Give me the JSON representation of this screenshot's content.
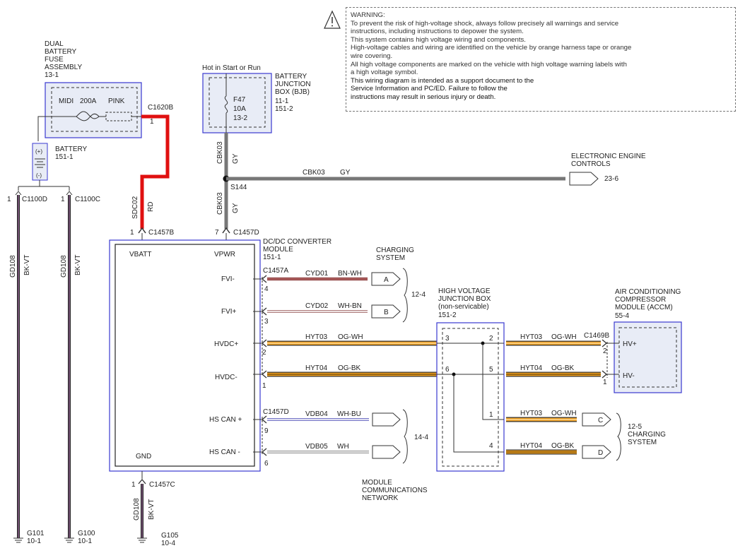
{
  "warning": {
    "title": "WARNING:",
    "lines": [
      "To prevent the risk of high-voltage shock, always follow precisely all warnings and service",
      "instructions, including instructions to depower the system.",
      "This system contains high voltage wiring and components.",
      "High-voltage cables and wiring are identified on the vehicle by orange harness tape or orange",
      "wire covering.",
      "All high voltage components are marked on the vehicle with high voltage warning labels with",
      "a high voltage symbol."
    ],
    "support_lines": [
      "This wiring diagram is intended as a support document to the",
      "Service Information and PC/ED. Failure to follow the",
      "instructions may result in serious injury or death."
    ]
  },
  "fuse_assembly": {
    "label": [
      "DUAL",
      "BATTERY",
      "FUSE",
      "ASSEMBLY"
    ],
    "ref": "13-1",
    "fuse_name": "MIDI",
    "fuse_rating": "200A",
    "fuse_color": "PINK",
    "connector": "C1620B",
    "pin": "1"
  },
  "battery": {
    "label": "BATTERY",
    "ref": "151-1",
    "plus": "(+)",
    "minus": "(-)"
  },
  "bjb": {
    "hot_label": "Hot in Start or Run",
    "label": [
      "BATTERY",
      "JUNCTION",
      "BOX (BJB)"
    ],
    "refs": [
      "11-1",
      "151-2"
    ],
    "fuse": "F47",
    "rating": "10A",
    "ref": "13-2"
  },
  "ground_left": [
    {
      "pin": "1",
      "connector": "C1100D",
      "circuit": "GD108",
      "color": "BK-VT",
      "ground": "G101",
      "ref": "10-1"
    },
    {
      "pin": "1",
      "connector": "C1100C",
      "circuit": "GD108",
      "color": "BK-VT",
      "ground": "G100",
      "ref": "10-1"
    }
  ],
  "sdc02": {
    "circuit": "SDC02",
    "color": "RD",
    "pin": "1",
    "connector": "C1457B"
  },
  "cbk03_upper": {
    "circuit": "CBK03",
    "color": "GY"
  },
  "cbk03_lower": {
    "circuit": "CBK03",
    "color": "GY",
    "pin": "7",
    "connector": "C1457D"
  },
  "splice": "S144",
  "cbk03_horizontal": {
    "circuit": "CBK03",
    "color": "GY"
  },
  "eec": {
    "label": [
      "ELECTRONIC ENGINE",
      "CONTROLS"
    ],
    "ref": "23-6"
  },
  "dcdc": {
    "label": [
      "DC/DC CONVERTER",
      "MODULE"
    ],
    "ref": "151-1",
    "pins": {
      "vbatt": "VBATT",
      "vpwr": "VPWR",
      "fvi_minus": "FVI-",
      "fvi_plus": "FVI+",
      "hvdc_plus": "HVDC+",
      "hvdc_minus": "HVDC-",
      "can_plus": "HS CAN +",
      "can_minus": "HS CAN -",
      "gnd": "GND"
    },
    "connector_a": "C1457A",
    "connector_d": "C1457D",
    "pin_numbers": {
      "fvi_minus": "4",
      "fvi_plus": "3",
      "hvdc_plus": "2",
      "hvdc_minus": "1",
      "can_plus": "9",
      "can_minus": "6"
    }
  },
  "wires": {
    "cyd01": {
      "circuit": "CYD01",
      "color": "BN-WH"
    },
    "cyd02": {
      "circuit": "CYD02",
      "color": "WH-BN"
    },
    "hyt03": {
      "circuit": "HYT03",
      "color": "OG-WH"
    },
    "hyt04": {
      "circuit": "HYT04",
      "color": "OG-BK"
    },
    "vdb04": {
      "circuit": "VDB04",
      "color": "WH-BU"
    },
    "vdb05": {
      "circuit": "VDB05",
      "color": "WH"
    }
  },
  "charging_top": {
    "label": [
      "CHARGING",
      "SYSTEM"
    ],
    "ref": "12-4",
    "a": "A",
    "b": "B"
  },
  "hvjb": {
    "label": [
      "HIGH VOLTAGE",
      "JUNCTION BOX",
      "(non-servicable)"
    ],
    "ref": "151-2",
    "pins": {
      "p3": "3",
      "p2": "2",
      "p6": "6",
      "p5": "5",
      "p1": "1",
      "p4": "4"
    }
  },
  "accm": {
    "label": [
      "AIR CONDITIONING",
      "COMPRESSOR",
      "MODULE (ACCM)"
    ],
    "ref": "55-4",
    "connector": "C1469B",
    "hv_plus": "HV+",
    "hv_minus": "HV-",
    "pin_plus": "2",
    "pin_minus": "1"
  },
  "charging_bottom": {
    "label": [
      "CHARGING",
      "SYSTEM"
    ],
    "ref": "12-5",
    "c": "C",
    "d": "D"
  },
  "network": {
    "label": [
      "MODULE",
      "COMMUNICATIONS",
      "NETWORK"
    ],
    "ref": "14-4"
  },
  "dcdc_ground": {
    "pin": "1",
    "connector": "C1457C",
    "circuit": "GD108",
    "color": "BK-VT",
    "ground": "G105",
    "ref": "10-4"
  },
  "colors": {
    "frame_blue": "#3a3ad0",
    "red": "#e01010",
    "orange": "#f0a020",
    "gray": "#777777",
    "dark": "#222222"
  }
}
